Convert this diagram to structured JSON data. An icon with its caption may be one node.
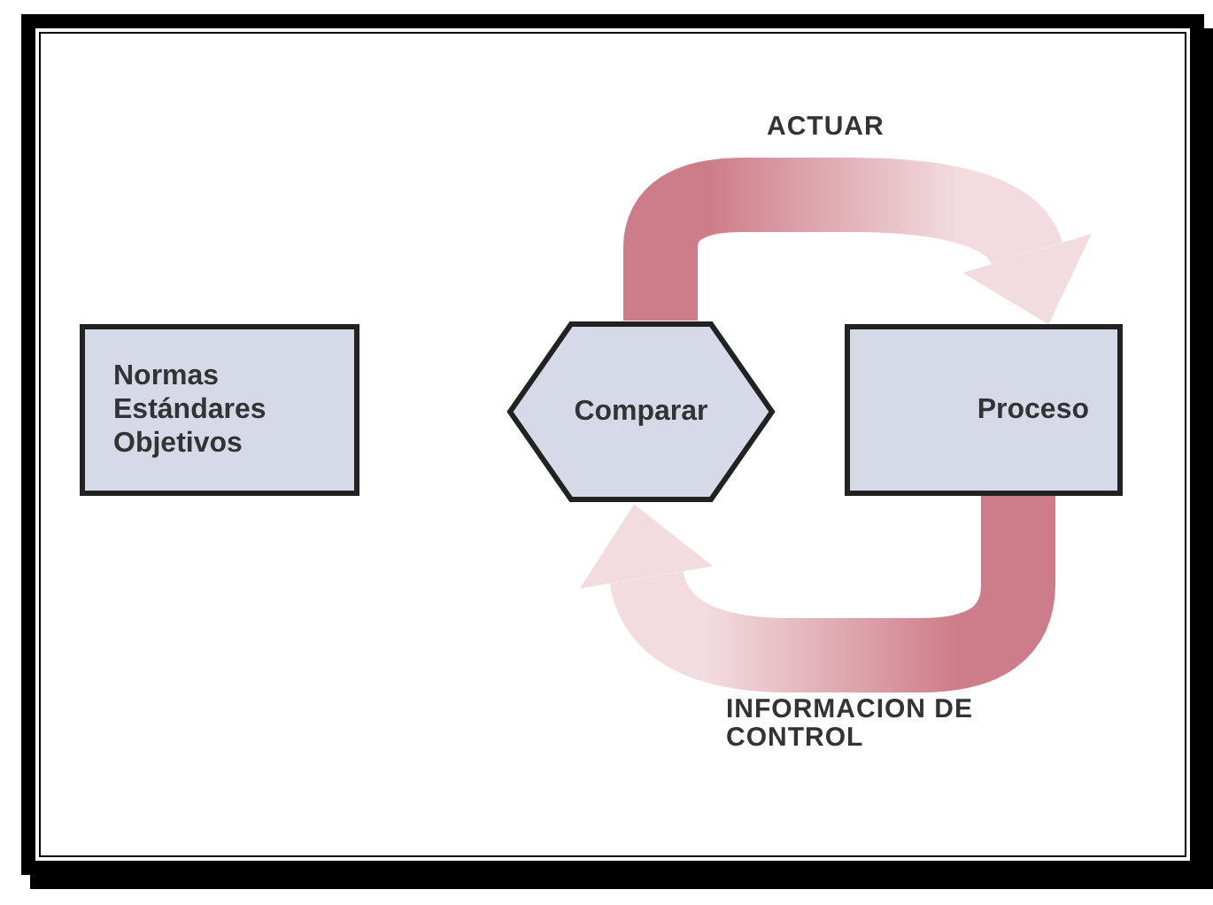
{
  "diagram": {
    "nodes": [
      {
        "text": [
          "Normas Estándares Objetivos"
        ]
      },
      {
        "text": [
          "Comparar"
        ]
      },
      {
        "text": [
          "Proceso"
        ]
      }
    ],
    "edges": [
      {
        "from": 1,
        "to": 2,
        "arrow": "to",
        "label": "ACTUAR",
        "style": "thick"
      },
      {
        "from": 2,
        "to": 1,
        "arrow": "to",
        "label": "INFORMACION DE CONTROL",
        "style": "thick"
      }
    ]
  }
}
